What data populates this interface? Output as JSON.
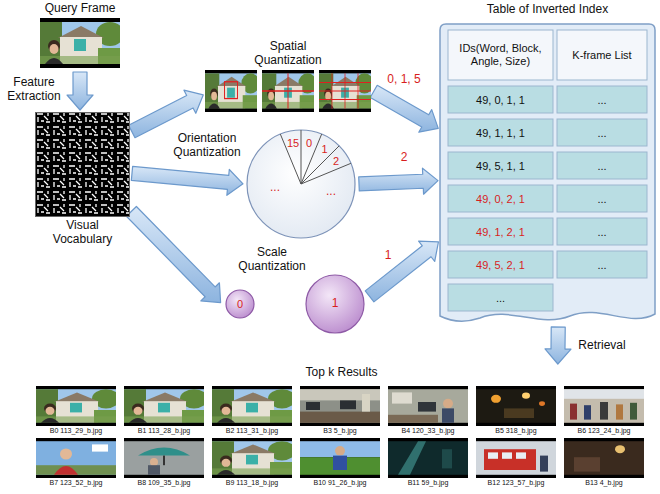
{
  "diagram": {
    "nodes": [
      {
        "text": [
          "Query Frame"
        ]
      },
      {
        "text": [
          "Visual Vocabulary"
        ]
      },
      {
        "text": [
          "Spatial Quantization"
        ]
      },
      {
        "text": [
          "Orientation Quantization",
          "15",
          "0",
          "1",
          "2",
          "...",
          "..."
        ]
      },
      {
        "text": [
          "Scale Quantization"
        ]
      },
      {
        "text": [
          "0"
        ],
        "in": 4
      },
      {
        "text": [
          "1"
        ],
        "in": 4
      },
      {
        "text": [
          "Table of Inverted Index"
        ]
      },
      {
        "text": [
          "Top k Results"
        ]
      },
      {
        "text": [
          "B0 113_29_b.jpg"
        ],
        "in": 8
      },
      {
        "text": [
          "B1 113_28_b.jpg"
        ],
        "in": 8
      },
      {
        "text": [
          "B2 113_31_b.jpg"
        ],
        "in": 8
      },
      {
        "text": [
          "B3 5_b.jpg"
        ],
        "in": 8
      },
      {
        "text": [
          "B4 120_33_b.jpg"
        ],
        "in": 8
      },
      {
        "text": [
          "B5 318_b.jpg"
        ],
        "in": 8
      },
      {
        "text": [
          "B6 123_24_b.jpg"
        ],
        "in": 8
      },
      {
        "text": [
          "B7 123_52_b.jpg"
        ],
        "in": 8
      },
      {
        "text": [
          "B8 109_35_b.jpg"
        ],
        "in": 8
      },
      {
        "text": [
          "B9 113_18_b.jpg"
        ],
        "in": 8
      },
      {
        "text": [
          "B10 91_26_b.jpg"
        ],
        "in": 8
      },
      {
        "text": [
          "B11 59_b.jpg"
        ],
        "in": 8
      },
      {
        "text": [
          "B12 123_57_b.jpg"
        ],
        "in": 8
      },
      {
        "text": [
          "B13 4_b.jpg"
        ],
        "in": 8
      }
    ],
    "edges": [
      {
        "from": 0,
        "to": 1,
        "arrow": "to",
        "label": "Feature Extraction"
      },
      {
        "from": 1,
        "to": 2,
        "arrow": "to"
      },
      {
        "from": 1,
        "to": 3,
        "arrow": "to"
      },
      {
        "from": 1,
        "to": 4,
        "arrow": "to"
      },
      {
        "from": 2,
        "to": 7,
        "arrow": "to",
        "label": "0, 1, 5"
      },
      {
        "from": 3,
        "to": 7,
        "arrow": "to",
        "label": "2"
      },
      {
        "from": 4,
        "to": 7,
        "arrow": "to",
        "label": "1"
      },
      {
        "from": 7,
        "to": 8,
        "arrow": "to",
        "label": "Retrieval"
      }
    ],
    "labels": [
      "IDs(Word, Block, Angle, Size)",
      "K-frame List",
      "49, 0, 1, 1",
      "...",
      "49, 1, 1, 1",
      "...",
      "49, 5, 1, 1",
      "...",
      "49, 0, 2, 1",
      "...",
      "49, 1, 2, 1",
      "...",
      "49, 5, 2, 1",
      "...",
      "..."
    ]
  }
}
